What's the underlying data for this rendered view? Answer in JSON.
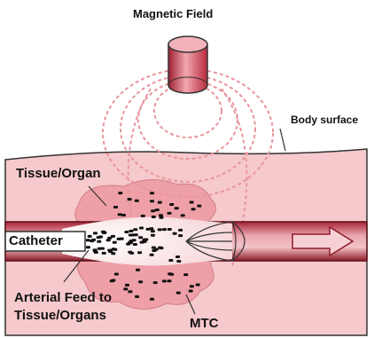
{
  "labels": {
    "magnetic_field": "Magnetic Field",
    "body_surface": "Body surface",
    "tissue_organ": "Tissue/Organ",
    "catheter": "Catheter",
    "arterial_feed_line1": "Arterial Feed to",
    "arterial_feed_line2": "Tissue/Organs",
    "mtc": "MTC"
  },
  "colors": {
    "skin": "#f6c9cc",
    "tissue_blob": "#ee9fa7",
    "vessel_light": "#e9a6ae",
    "vessel_dark": "#8e1b2a",
    "magnet": "#d8505e",
    "field_lines": "#e8959d",
    "particles": "#111111",
    "outline": "#333333"
  }
}
